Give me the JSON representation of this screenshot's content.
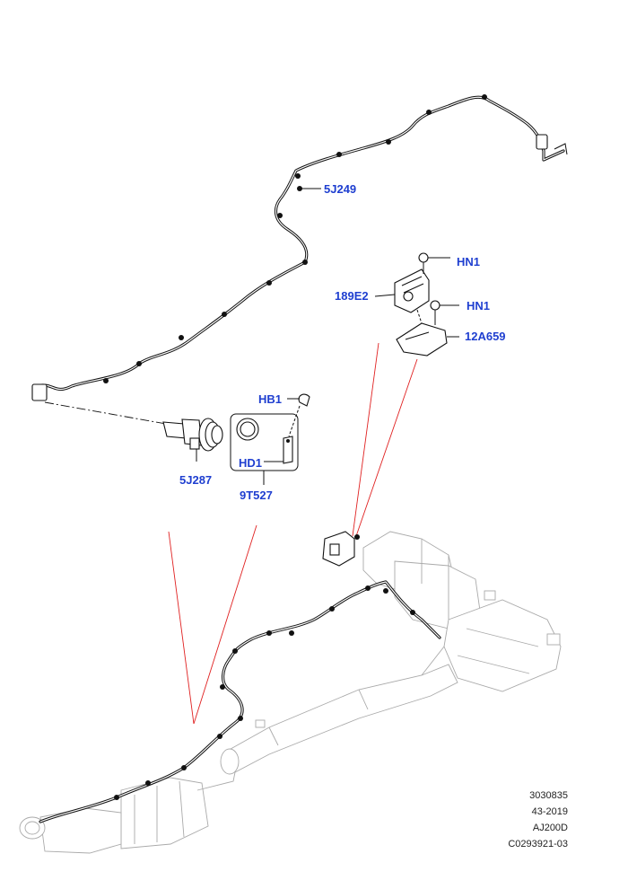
{
  "callouts": {
    "hose_upper": "5J249",
    "hn1_top": "HN1",
    "bracket_part": "189E2",
    "hn1_lower": "HN1",
    "bracket_plate": "12A659",
    "hb1": "HB1",
    "hd1": "HD1",
    "canister_connector": "5J287",
    "seal_kit": "9T527"
  },
  "footer": {
    "line1": "3030835",
    "line2": "43-2019",
    "line3": "AJ200D",
    "line4": "C0293921-03"
  },
  "colors": {
    "callout_text": "#1f3fd0",
    "leader_red": "#e02020",
    "line_art": "#111111",
    "ghost_art": "#aaaaaa"
  }
}
